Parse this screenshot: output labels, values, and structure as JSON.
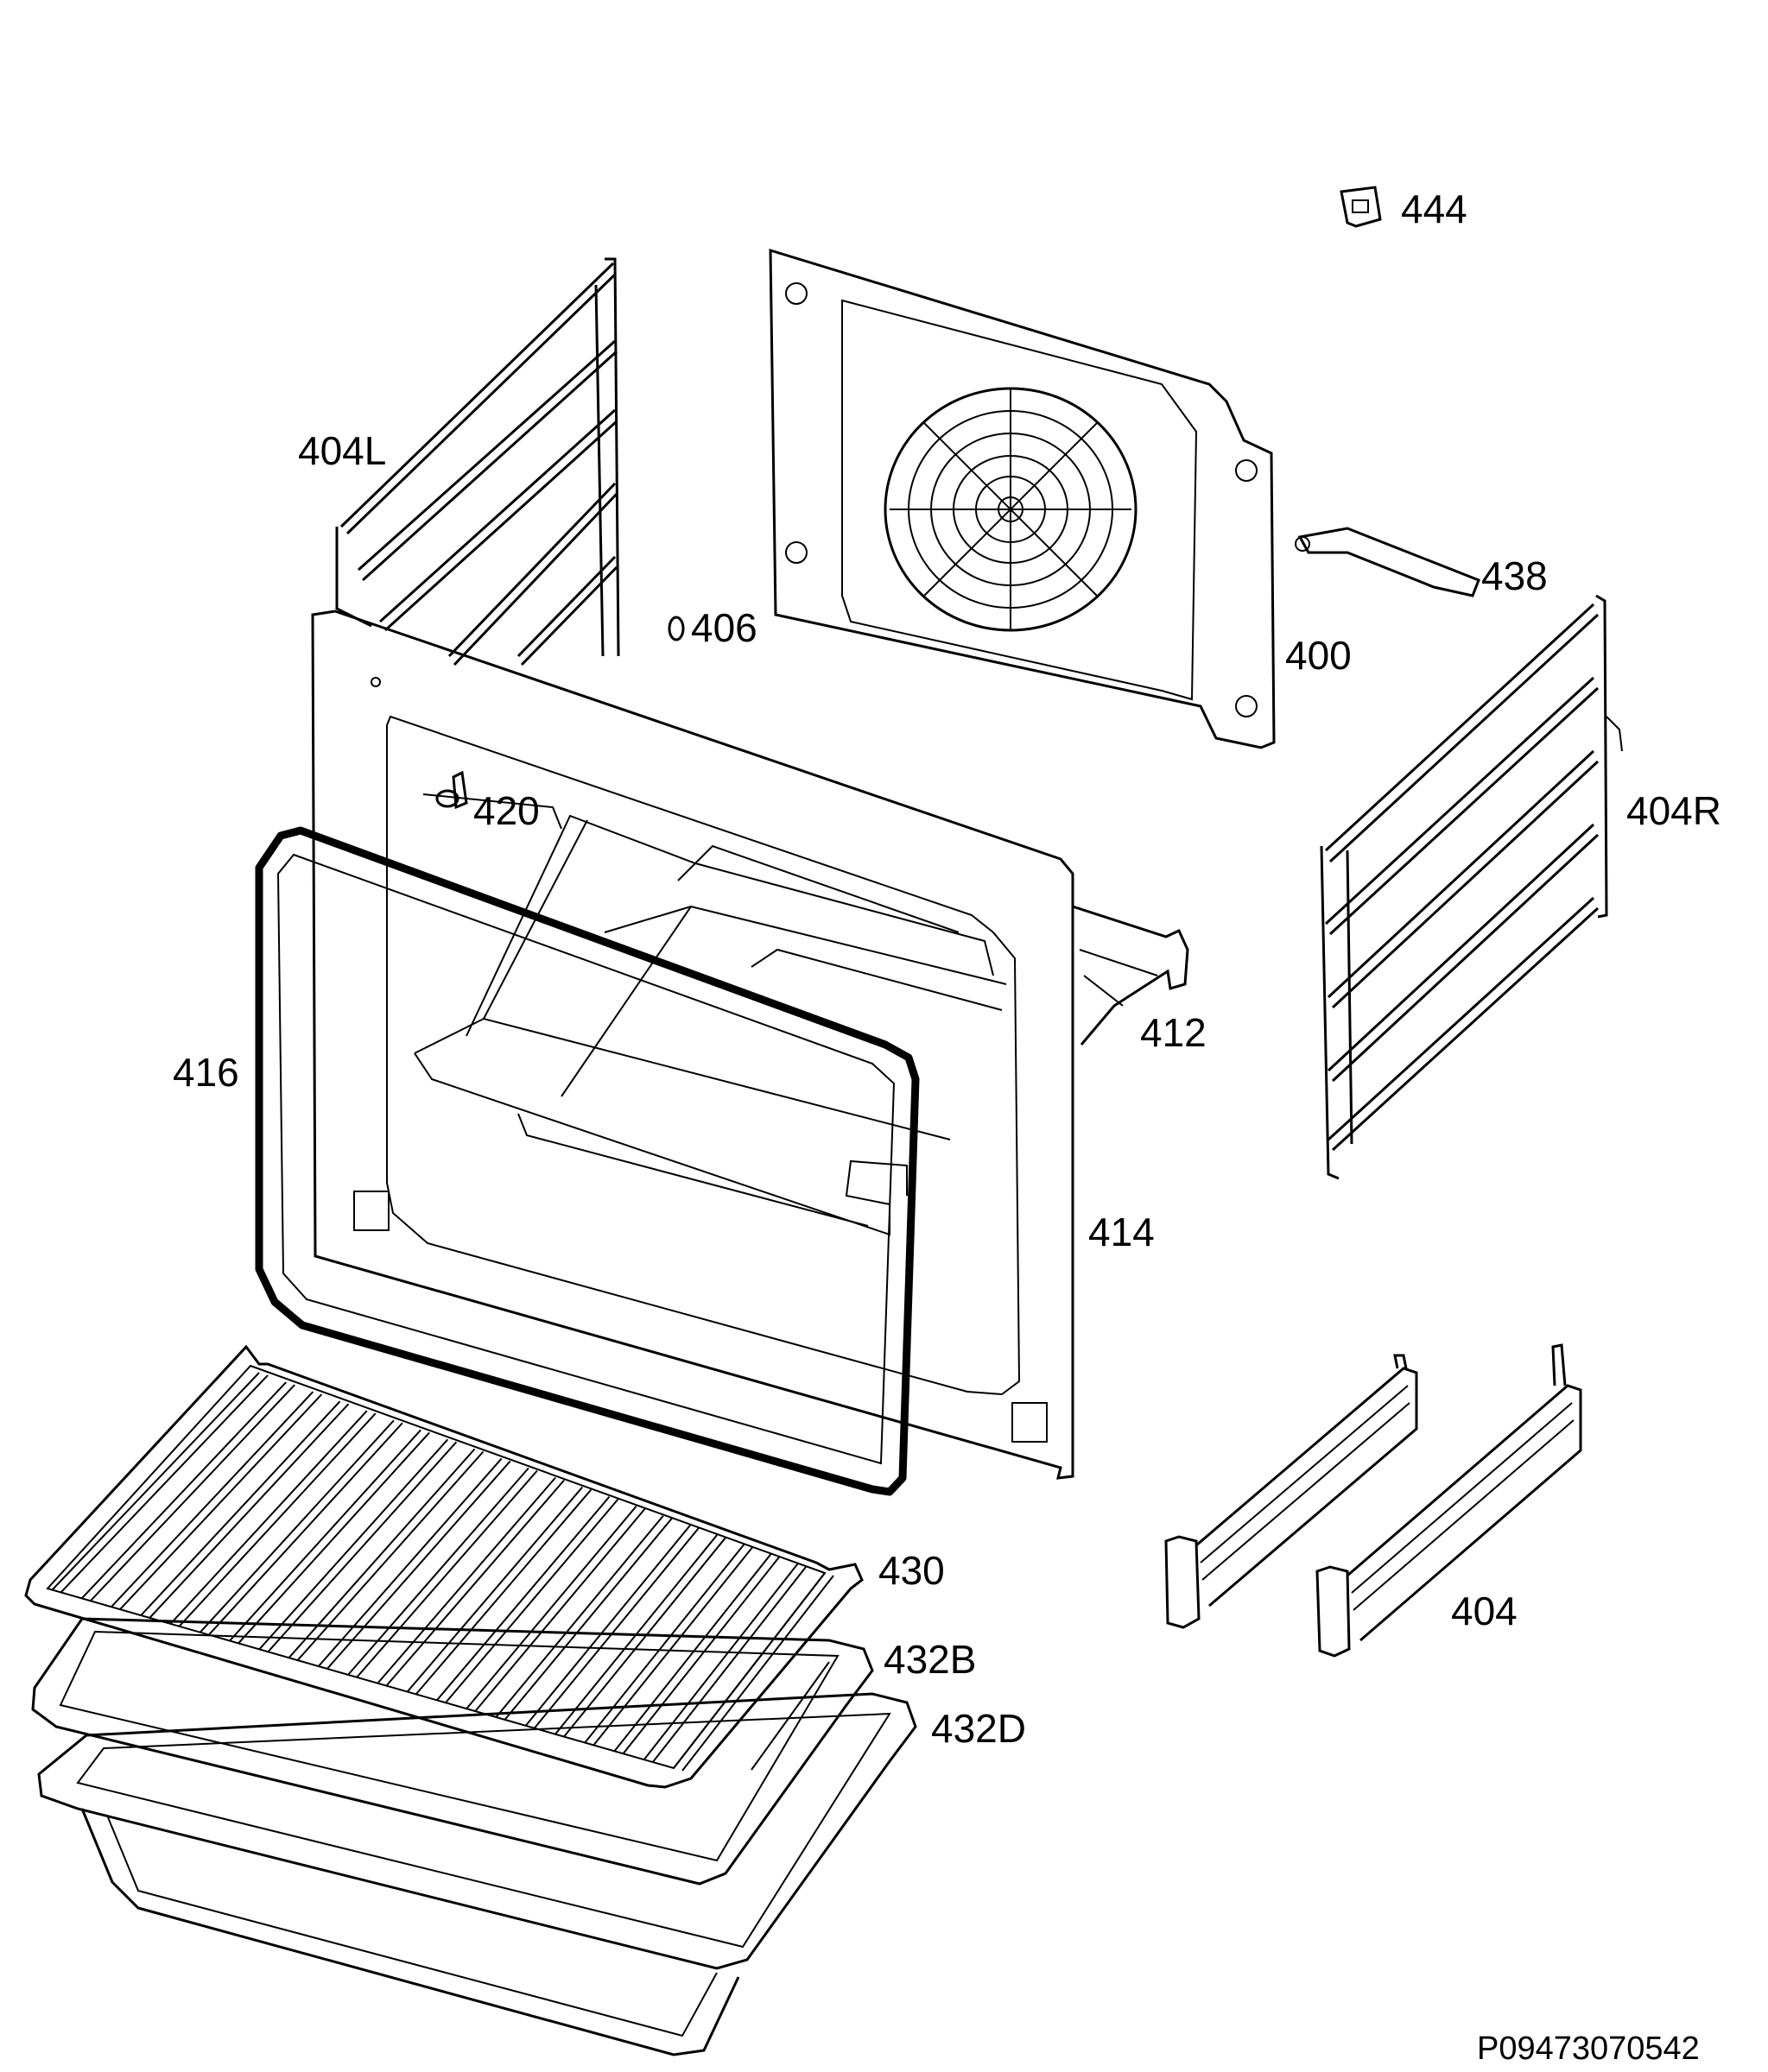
{
  "labels": {
    "p444": "444",
    "p404L": "404L",
    "p406": "406",
    "p438": "438",
    "p400": "400",
    "p420": "420",
    "p404R": "404R",
    "p412": "412",
    "p416": "416",
    "p414": "414",
    "p430": "430",
    "p432B": "432B",
    "p432D": "432D",
    "p404": "404"
  },
  "reference": "P09473070542"
}
